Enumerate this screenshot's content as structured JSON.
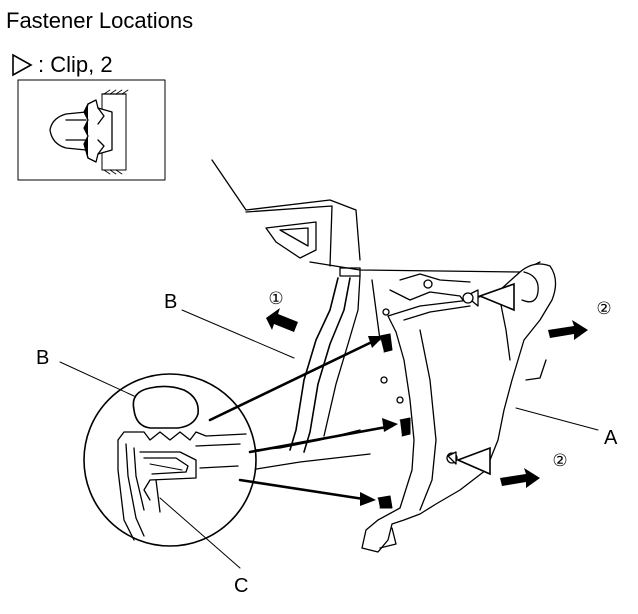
{
  "heading": {
    "title": "Fastener Locations"
  },
  "legend": {
    "text": ": Clip, 2",
    "symbol_icon": "triangle-outline-icon"
  },
  "labels": {
    "part_a": "A",
    "part_b_upper": "B",
    "part_b_lower": "B",
    "part_c": "C"
  },
  "steps": {
    "step_1": "①",
    "step_2_upper": "②",
    "step_2_lower": "②"
  },
  "colors": {
    "line": "#000000",
    "fill": "#ffffff"
  }
}
